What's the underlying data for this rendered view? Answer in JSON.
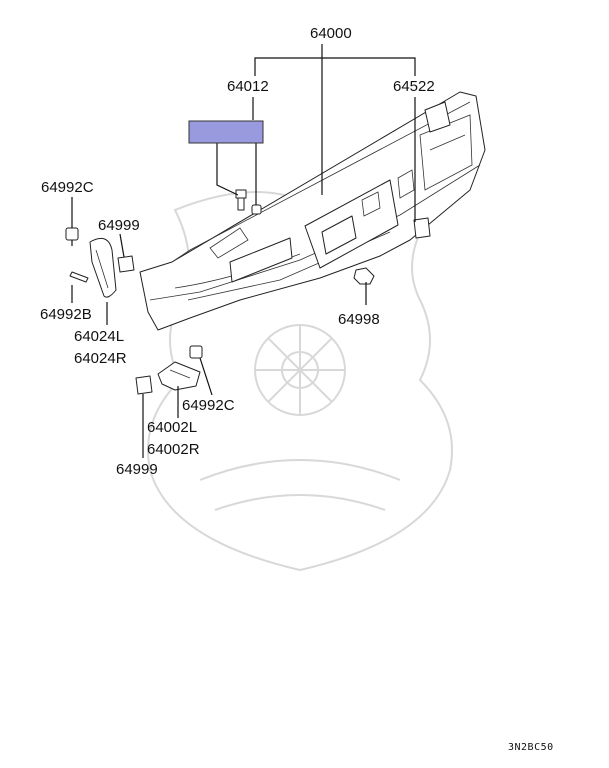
{
  "diagram": {
    "labels": {
      "assembly": "64000",
      "rear_cover": "64012",
      "side_clip": "64522",
      "bolt_top": "64992C",
      "clip_left": "64999",
      "bolt_left": "64992B",
      "extension_l": "64024L",
      "extension_r": "64024R",
      "clip_right": "64998",
      "bolt_bottom": "64992C",
      "bracket_l": "64002L",
      "bracket_r": "64002R",
      "clip_bottom": "64999"
    },
    "highlight_color": "#9999dd",
    "diagram_code": "3N2BC50"
  }
}
